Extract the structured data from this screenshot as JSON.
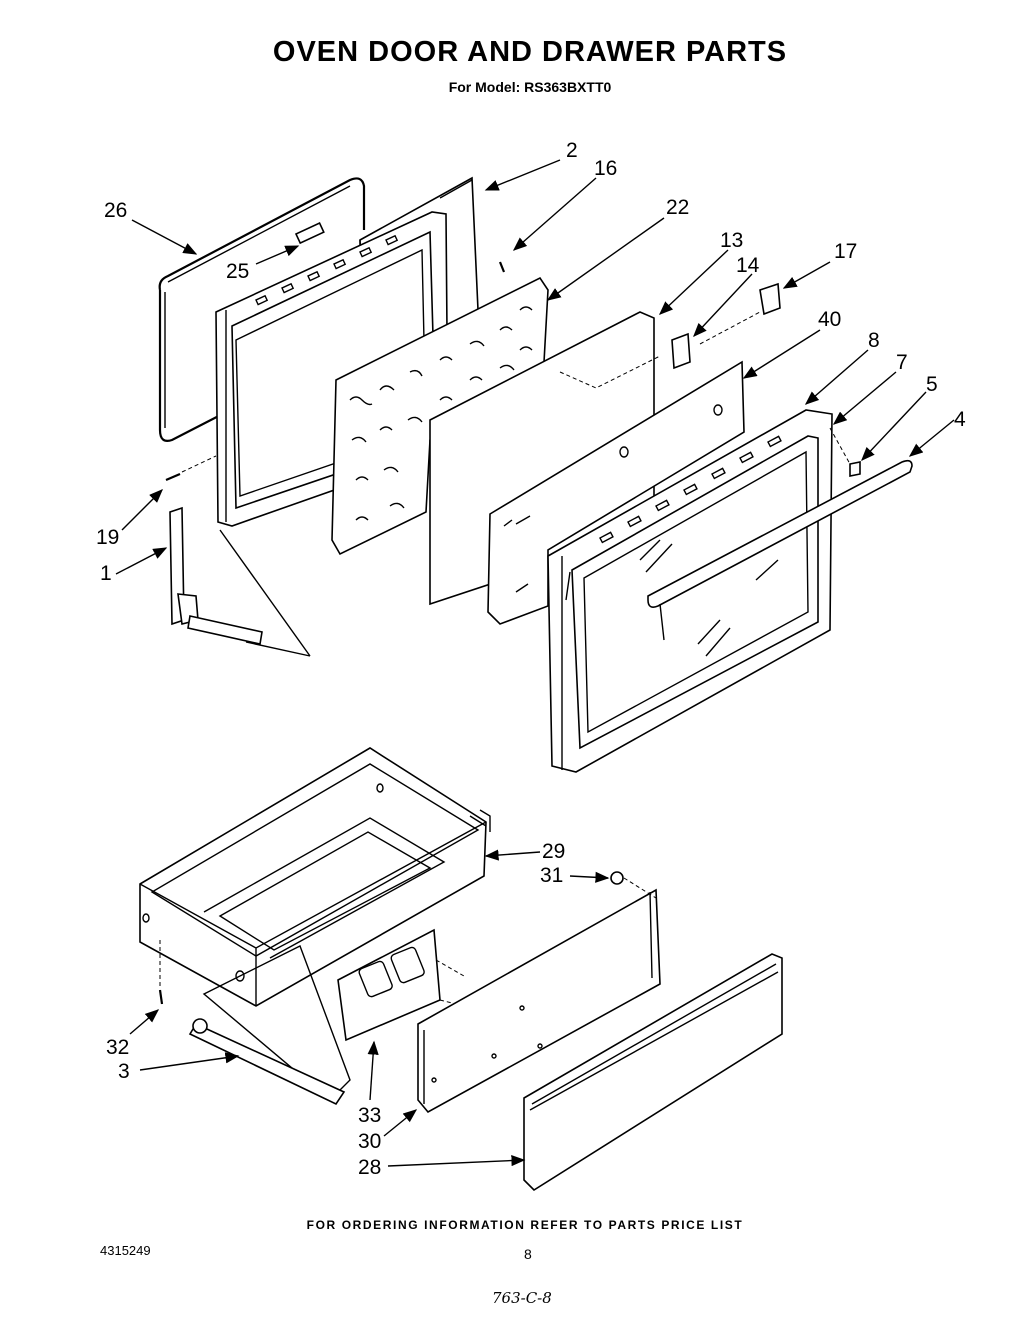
{
  "header": {
    "title": "OVEN DOOR AND DRAWER PARTS",
    "subtitle": "For Model: RS363BXTT0"
  },
  "callouts": [
    "2",
    "16",
    "26",
    "22",
    "13",
    "14",
    "17",
    "25",
    "40",
    "8",
    "7",
    "5",
    "4",
    "19",
    "1",
    "29",
    "31",
    "32",
    "3",
    "33",
    "30",
    "28"
  ],
  "footer": {
    "ordering_note": "FOR ORDERING INFORMATION REFER TO PARTS PRICE LIST",
    "doc_number": "4315249",
    "page_number": "8",
    "handwritten_code": "763-C-8"
  }
}
